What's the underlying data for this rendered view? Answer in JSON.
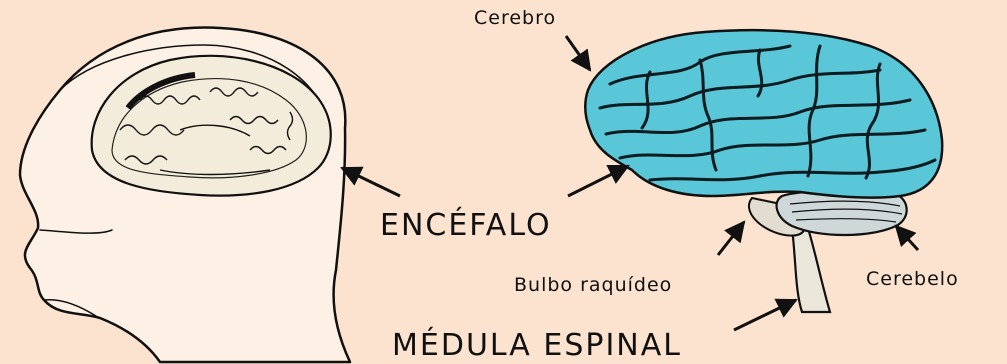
{
  "labels": {
    "cerebro": "Cerebro",
    "encefalo": "ENCÉFALO",
    "bulbo": "Bulbo raquídeo",
    "cerebelo": "Cerebelo",
    "medula": "MÉDULA ESPINAL"
  },
  "colors": {
    "background": "#fbe3cf",
    "brain_fill": "#59c7d7",
    "ink": "#111111"
  },
  "icons": [
    "head-profile-illustration",
    "brain-illustration"
  ]
}
